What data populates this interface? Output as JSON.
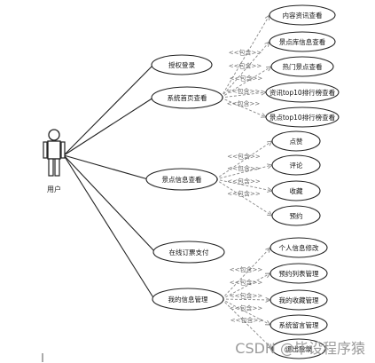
{
  "actor": {
    "label": "用户"
  },
  "include_label": "<<包含>>",
  "main_use_cases": [
    {
      "id": "login",
      "label": "授权登录"
    },
    {
      "id": "home",
      "label": "系统首页查看"
    },
    {
      "id": "scenic",
      "label": "景点信息查看"
    },
    {
      "id": "pay",
      "label": "在线订票支付"
    },
    {
      "id": "mine",
      "label": "我的信息管理"
    }
  ],
  "included_use_cases": [
    {
      "id": "c1",
      "parent": "home",
      "label": "内容资讯查看"
    },
    {
      "id": "c2",
      "parent": "home",
      "label": "景点库信息查看"
    },
    {
      "id": "c3",
      "parent": "home",
      "label": "热门景点查看"
    },
    {
      "id": "c4",
      "parent": "home",
      "label": "资讯top10排行榜查看"
    },
    {
      "id": "c5",
      "parent": "home",
      "label": "景点top10排行榜查看"
    },
    {
      "id": "c6",
      "parent": "scenic",
      "label": "点赞"
    },
    {
      "id": "c7",
      "parent": "scenic",
      "label": "评论"
    },
    {
      "id": "c8",
      "parent": "scenic",
      "label": "收藏"
    },
    {
      "id": "c9",
      "parent": "scenic",
      "label": "预约"
    },
    {
      "id": "c10",
      "parent": "mine",
      "label": "个人信息修改"
    },
    {
      "id": "c11",
      "parent": "mine",
      "label": "预约列表管理"
    },
    {
      "id": "c12",
      "parent": "mine",
      "label": "我的收藏管理"
    },
    {
      "id": "c13",
      "parent": "mine",
      "label": "系统留言管理"
    },
    {
      "id": "c14",
      "parent": "mine",
      "label": "退出登录"
    }
  ],
  "watermark": "CSDN @毕设程序猿"
}
